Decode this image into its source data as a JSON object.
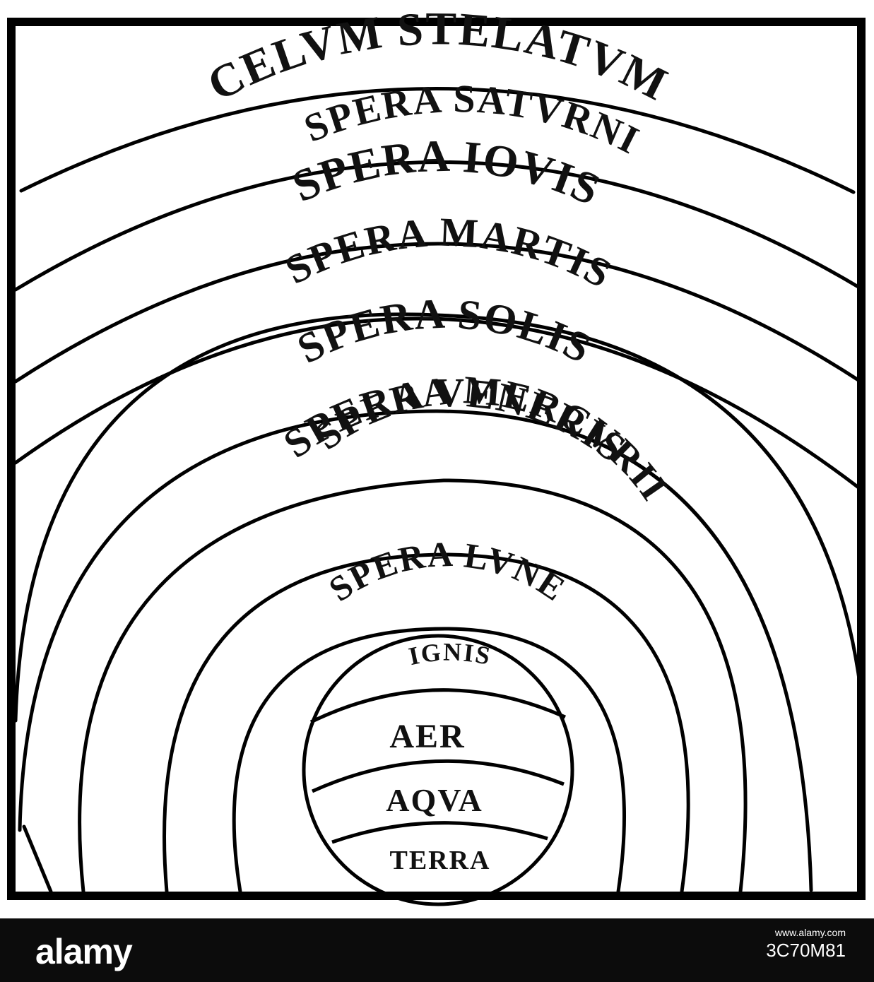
{
  "diagram": {
    "spheres": [
      "CELVM STELATVM",
      "SPERA SATVRNI",
      "SPERA IOVIS",
      "SPERA MARTIS",
      "SPERA SOLIS",
      "SPERA VENERIS",
      "SPERA MERCVRII",
      "SPERA LVNE"
    ],
    "elements": [
      "IGNIS",
      "AER",
      "AQVA",
      "TERRA"
    ]
  },
  "footer": {
    "logo": "alamy",
    "site": "www.alamy.com",
    "image_id": "3C70M81"
  }
}
